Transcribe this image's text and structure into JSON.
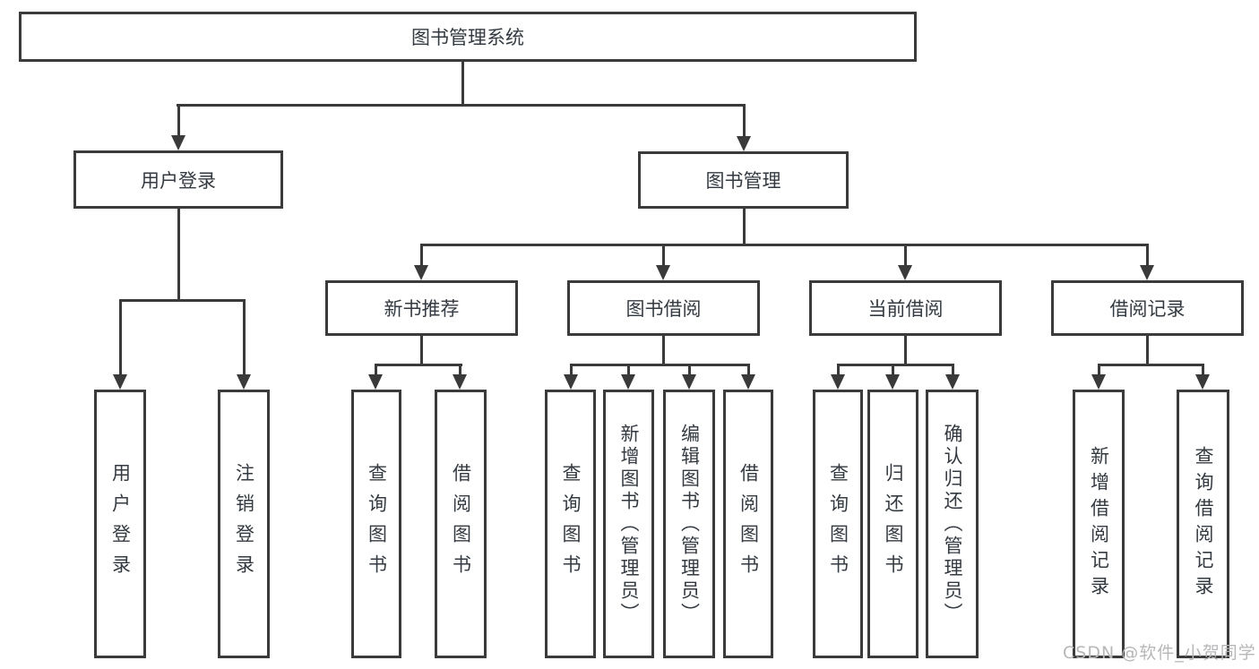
{
  "title": "图书管理系统",
  "watermark": "CSDN @软件_小贺同学",
  "colors": {
    "line": "#3a3a3a",
    "border": "#3b3b3b",
    "text": "#343a41",
    "background": "#ffffff",
    "watermark": "#b7b7b9"
  },
  "tree": {
    "root": {
      "label": "图书管理系统"
    },
    "level2": [
      {
        "label": "用户登录"
      },
      {
        "label": "图书管理"
      }
    ],
    "level3": [
      {
        "label": "新书推荐"
      },
      {
        "label": "图书借阅"
      },
      {
        "label": "当前借阅"
      },
      {
        "label": "借阅记录"
      }
    ],
    "leaves": {
      "user_login": "用户登录",
      "logout": "注销登录",
      "nb_query": "查询图书",
      "nb_borrow": "借阅图书",
      "bb_query": "查询图书",
      "bb_add": "新增图书（管理员）",
      "bb_edit": "编辑图书（管理员）",
      "bb_borrow": "借阅图书",
      "cb_query": "查询图书",
      "cb_return": "归还图书",
      "cb_confirm": "确认归还（管理员）",
      "br_add": "新增借阅记录",
      "br_query": "查询借阅记录"
    }
  }
}
